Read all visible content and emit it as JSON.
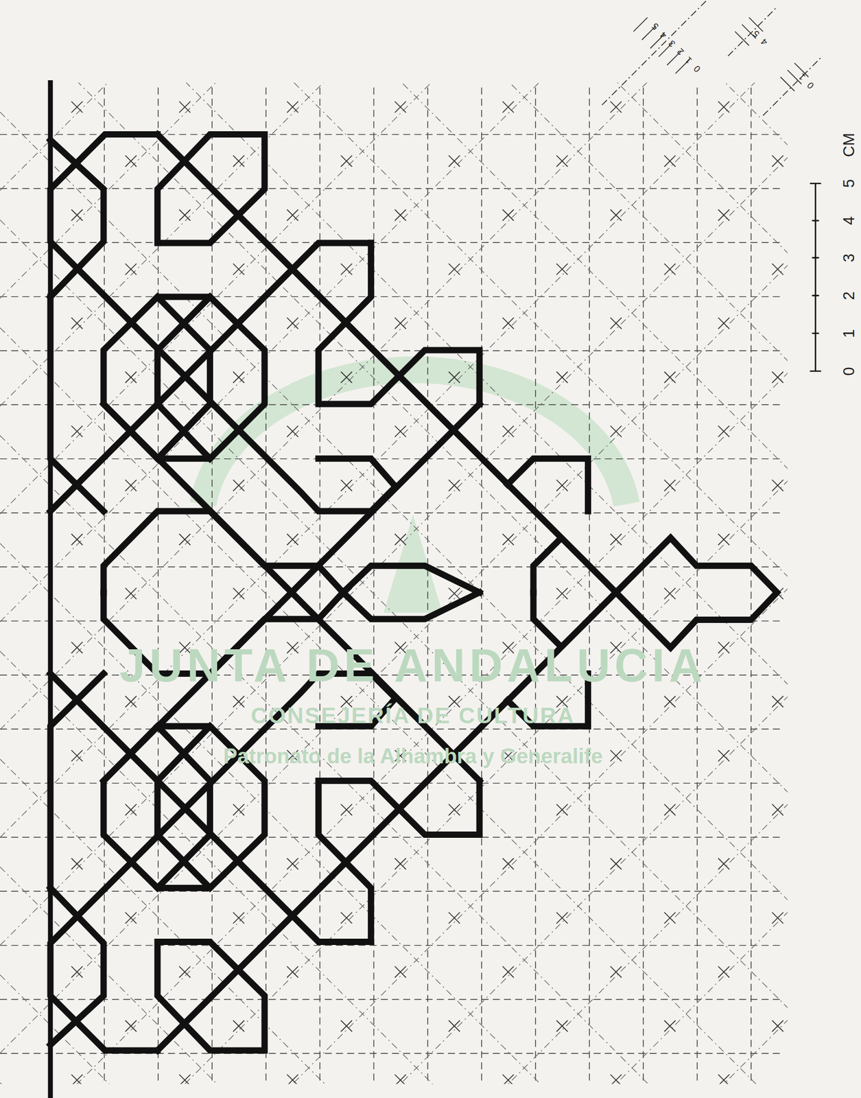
{
  "diagram": {
    "labels": [
      "0",
      "1",
      "2",
      "3",
      "4",
      "5",
      "CM",
      "0",
      "1",
      "2",
      "3",
      "4",
      "5",
      "4",
      "5",
      "0",
      "1",
      "JUNTA DE ANDALUCIA",
      "CONSEJERÍA DE CULTURA",
      "Patronato de la Alhambra y Generalife"
    ]
  }
}
